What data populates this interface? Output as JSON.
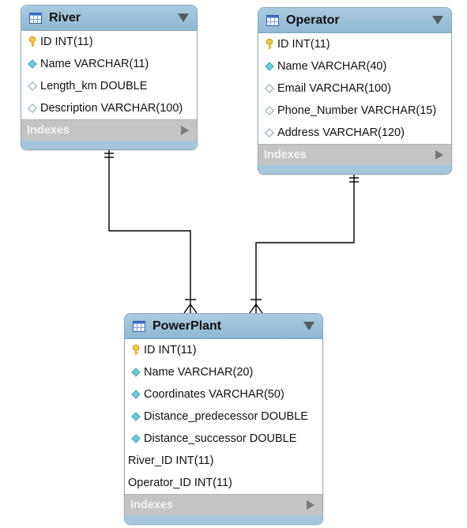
{
  "colors": {
    "header": "#9bc0d8",
    "indexes_bar": "#c4c4c4",
    "footer": "#a5c5da",
    "key_icon": "#f2c84b",
    "diamond_icon": "#6fc8d6",
    "connector": "#000000"
  },
  "tables": [
    {
      "id": "river",
      "name": "River",
      "icon": "table-grid-icon",
      "columns": [
        {
          "icon": "key-icon",
          "text": "ID INT(11)"
        },
        {
          "icon": "filled-diamond-icon",
          "text": "Name VARCHAR(11)"
        },
        {
          "icon": "hollow-diamond-icon",
          "text": "Length_km DOUBLE"
        },
        {
          "icon": "hollow-diamond-icon",
          "text": "Description VARCHAR(100)"
        }
      ],
      "indexes_label": "Indexes"
    },
    {
      "id": "operator",
      "name": "Operator",
      "icon": "table-grid-icon",
      "columns": [
        {
          "icon": "key-icon",
          "text": "ID INT(11)"
        },
        {
          "icon": "filled-diamond-icon",
          "text": "Name VARCHAR(40)"
        },
        {
          "icon": "hollow-diamond-icon",
          "text": "Email VARCHAR(100)"
        },
        {
          "icon": "hollow-diamond-icon",
          "text": "Phone_Number VARCHAR(15)"
        },
        {
          "icon": "hollow-diamond-icon",
          "text": "Address VARCHAR(120)"
        }
      ],
      "indexes_label": "Indexes"
    },
    {
      "id": "powerplant",
      "name": "PowerPlant",
      "icon": "table-grid-icon",
      "columns": [
        {
          "icon": "key-icon",
          "text": "ID INT(11)"
        },
        {
          "icon": "filled-diamond-icon",
          "text": "Name VARCHAR(20)"
        },
        {
          "icon": "filled-diamond-icon",
          "text": "Coordinates VARCHAR(50)"
        },
        {
          "icon": "filled-diamond-icon",
          "text": "Distance_predecessor DOUBLE"
        },
        {
          "icon": "filled-diamond-icon",
          "text": "Distance_successor DOUBLE"
        },
        {
          "icon": "none",
          "text": "River_ID INT(11)"
        },
        {
          "icon": "none",
          "text": "Operator_ID INT(11)"
        }
      ],
      "indexes_label": "Indexes"
    }
  ],
  "relationships": [
    {
      "from": "river",
      "to": "powerplant",
      "from_cardinality": "one",
      "to_cardinality": "many"
    },
    {
      "from": "operator",
      "to": "powerplant",
      "from_cardinality": "one",
      "to_cardinality": "many"
    }
  ]
}
